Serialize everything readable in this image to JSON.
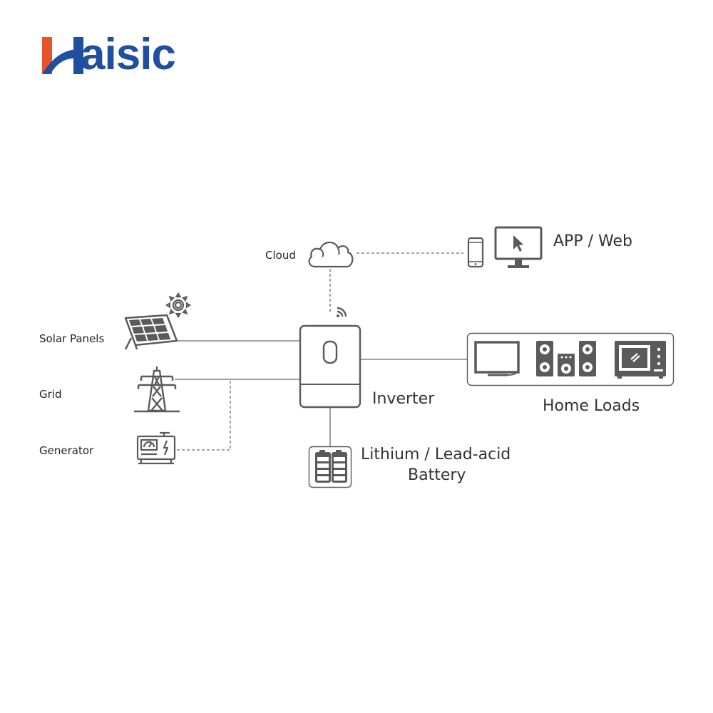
{
  "brand": {
    "logo_text": "Haisic",
    "logo_word_rest": "aisic",
    "colors": {
      "blue": "#1f4f9e",
      "orange": "#e8542a"
    }
  },
  "nodes": {
    "cloud": {
      "label": "Cloud",
      "icon": "cloud-icon"
    },
    "app_web": {
      "label": "APP / Web",
      "icons": [
        "smartphone-icon",
        "monitor-cursor-icon"
      ]
    },
    "solar": {
      "label": "Solar Panels",
      "icons": [
        "solar-panel-icon",
        "sun-icon"
      ]
    },
    "grid": {
      "label": "Grid",
      "icon": "power-pylon-icon"
    },
    "generator": {
      "label": "Generator",
      "icon": "generator-icon"
    },
    "inverter": {
      "label": "Inverter",
      "icons": [
        "inverter-icon",
        "wifi-icon"
      ]
    },
    "home_loads": {
      "label": "Home Loads",
      "icons": [
        "tv-icon",
        "speakers-icon",
        "microwave-icon"
      ]
    },
    "battery": {
      "label_line1": "Lithium / Lead-acid",
      "label_line2": "Battery",
      "icon": "battery-icon"
    }
  },
  "colors": {
    "line": "#6a6a6a",
    "icon": "#5a5a5a",
    "text": "#222222"
  }
}
